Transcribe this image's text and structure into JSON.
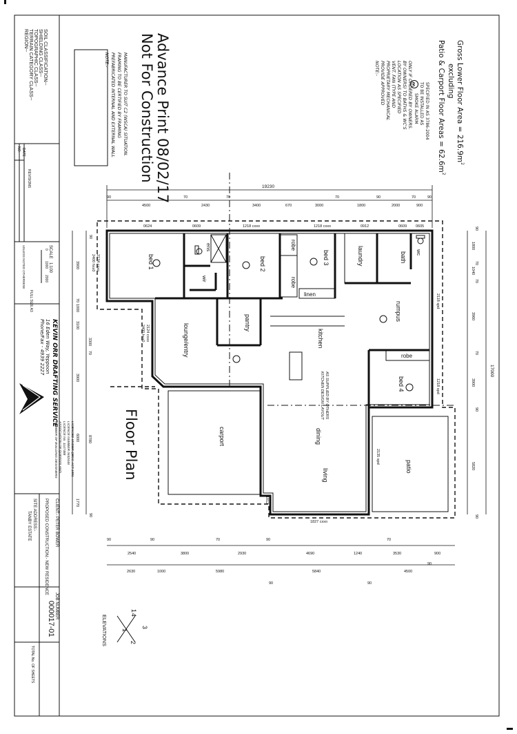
{
  "header_note": {
    "gross_area": "Gross Lower Floor Area = 216.9m",
    "excluding": "excluding",
    "patio_area": "Patio & Carport Floor Areas = 62.6m"
  },
  "smoke_note": [
    "SMOKE ALARM",
    "TO BE INSTALLED AS",
    "SPECIFIED IN AS 3786-2004"
  ],
  "vent_note": [
    "NOTE:-",
    "PROVIDE APPROVED",
    "PROPRIETARY MECHANICAL",
    "VENT. FAN (TYPE AND",
    "LOCATION AS SPECIFIED",
    "BY OWNERS) TO BATHS & WC'S",
    "ONLY IF ORDERED BY OWNERS."
  ],
  "advance": {
    "line1": "Advance Print 08/02/17",
    "line2": "Not For Construction"
  },
  "prefab_note": [
    "NOTE:-",
    "PREFABRICATED INTERNAL AND EXTERNAL WALL",
    "FRAMING TO BE CERTIFIED BY FRAMING",
    "MANUFACTURER TO SUIT C2 (WSCA) SITUATION."
  ],
  "region_block": [
    "REGION--",
    "TERRAIN CATEGORY CLASS--",
    "TOPOGRAPHIC CLASS--",
    "SHIELDING CLASS--",
    "SOIL CLASSIFICATION--"
  ],
  "rev_table": {
    "no": "NO.",
    "date": "DATE",
    "revisions": "REVISIONS"
  },
  "scale": {
    "label": "SCALE",
    "value": "1:100",
    "ticks": [
      "0",
      "1000",
      "2000"
    ],
    "note": "UNLESS NOTED OTHERWISE",
    "size": "FULL SIZE A3"
  },
  "company": {
    "name": "KEVIN ORR DRAFTING SERVICE",
    "address": "16 Eden Way, Yeppoon",
    "phone": "Phone/Fax - 4939 2227",
    "assoc": [
      "MEMBER OF BUILDING DESIGNERS",
      "ASSOCIATION OF QUEENSLAND",
      "LICENCE No. 1147488",
      "LICENCE NUMBER 0632446",
      "LICENCED UNDER QBCC ACT 1991"
    ]
  },
  "client": "CLIENT:-   PETER BOWER",
  "construction": "PROPOSED CONSTRUCTION:-   NEW RESIDENCE",
  "site": {
    "label": "SITE ADDRESS:-",
    "value": "TANBY ESTATE"
  },
  "job": {
    "label": "JOB NUMBER",
    "value": "000017-01"
  },
  "sheets": "TOTAL No. OF SHEETS",
  "title": "Floor Plan",
  "elevations": {
    "label": "ELEVATIONS",
    "nums": [
      "1",
      "2",
      "3",
      "4"
    ]
  },
  "rooms": {
    "bed1": "bed 1",
    "ens": "ens",
    "wir": "wir",
    "bed2": "bed 2",
    "bed3": "bed 3",
    "robe_a": "robe",
    "robe_b": "robe",
    "linen": "linen",
    "laundry": "laundry",
    "bath": "bath",
    "wc": "wc",
    "rumpus": "rumpus",
    "robe_c": "robe",
    "bed4": "bed 4",
    "pantry": "pantry",
    "kitchen": "kitchen",
    "lounge": "lounge/entry",
    "carport": "carport",
    "dining": "dining",
    "living": "living",
    "patio": "patio"
  },
  "kitchen_note": [
    "KITCHEN DESIGN LAYOUT",
    "AS SUPPLIED BY OTHERS"
  ],
  "windows": {
    "w1": "0624",
    "w2": "0609",
    "w3": "1218 cxxo",
    "w4": "1218 cxxo",
    "w5": "0912",
    "w6": "0609",
    "w7": "0605",
    "w8": "2124 cxxo",
    "w9": "2124 cxxo",
    "w10": "2400 hxx0",
    "w11": "2400 hxx0",
    "w12": "2118 spd",
    "w13": "1218 spd",
    "w14": "2135 spd",
    "w15": "1827 cxxo",
    "w16": "1812"
  },
  "dims_top": {
    "overall": "19230",
    "segments": [
      "90",
      "4500",
      "70",
      "2430",
      "70",
      "3400",
      "670",
      "3000",
      "70",
      "1800",
      "90",
      "2000",
      "70",
      "900",
      "90"
    ]
  },
  "dims_bottom": {
    "row1": [
      "90",
      "2540",
      "90",
      "3800",
      "70",
      "2930",
      "90",
      "4690",
      "70",
      "1240",
      "3530",
      "900"
    ],
    "row2": [
      "2630",
      "1000",
      "5980",
      "5840",
      "4500",
      "90"
    ],
    "extra": [
      "90",
      "90"
    ]
  },
  "dims_left": {
    "row1": [
      "3900",
      "70",
      "1000",
      "3100",
      "3900",
      "6000",
      "1770",
      "90",
      "90"
    ],
    "row2": [
      "3300",
      "70",
      "8780"
    ]
  },
  "dims_right": {
    "overall": "17000",
    "segments": [
      "90",
      "1800",
      "70",
      "1040",
      "70",
      "3960",
      "70",
      "3900",
      "90",
      "5820",
      "90"
    ]
  }
}
